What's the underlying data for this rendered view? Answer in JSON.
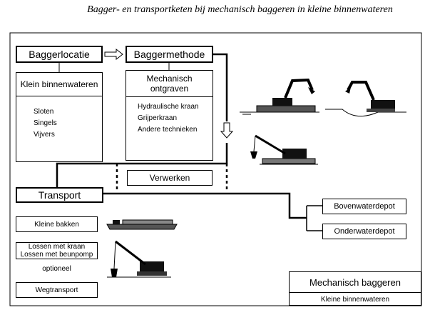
{
  "title": "Bagger- en transportketen bij mechanisch baggeren in kleine binnenwateren",
  "baggerlocatie": {
    "label": "Baggerlocatie",
    "sub": "Klein binnenwateren",
    "items": [
      "Sloten",
      "Singels",
      "Vijvers"
    ]
  },
  "baggermethode": {
    "label": "Baggermethode",
    "sub_line1": "Mechanisch",
    "sub_line2": "ontgraven",
    "items": [
      "Hydraulische kraan",
      "Grijperkraan",
      "Andere technieken"
    ]
  },
  "verwerken": {
    "label": "Verwerken"
  },
  "transport": {
    "label": "Transport",
    "options": {
      "kleine_bakken": "Kleine bakken",
      "lossen_line1": "Lossen met kraan",
      "lossen_line2": "Lossen met beunpomp",
      "optioneel": "optioneel",
      "wegtransport": "Wegtransport"
    }
  },
  "depots": {
    "boven": "Bovenwaterdepot",
    "onder": "Onderwaterdepot"
  },
  "legend": {
    "title": "Mechanisch baggeren",
    "subtitle": "Kleine binnenwateren"
  },
  "icons": [
    "excavator-on-pontoon-icon",
    "excavator-on-bank-icon",
    "crane-on-pontoon-icon",
    "barge-icon",
    "crane-unloading-icon"
  ]
}
